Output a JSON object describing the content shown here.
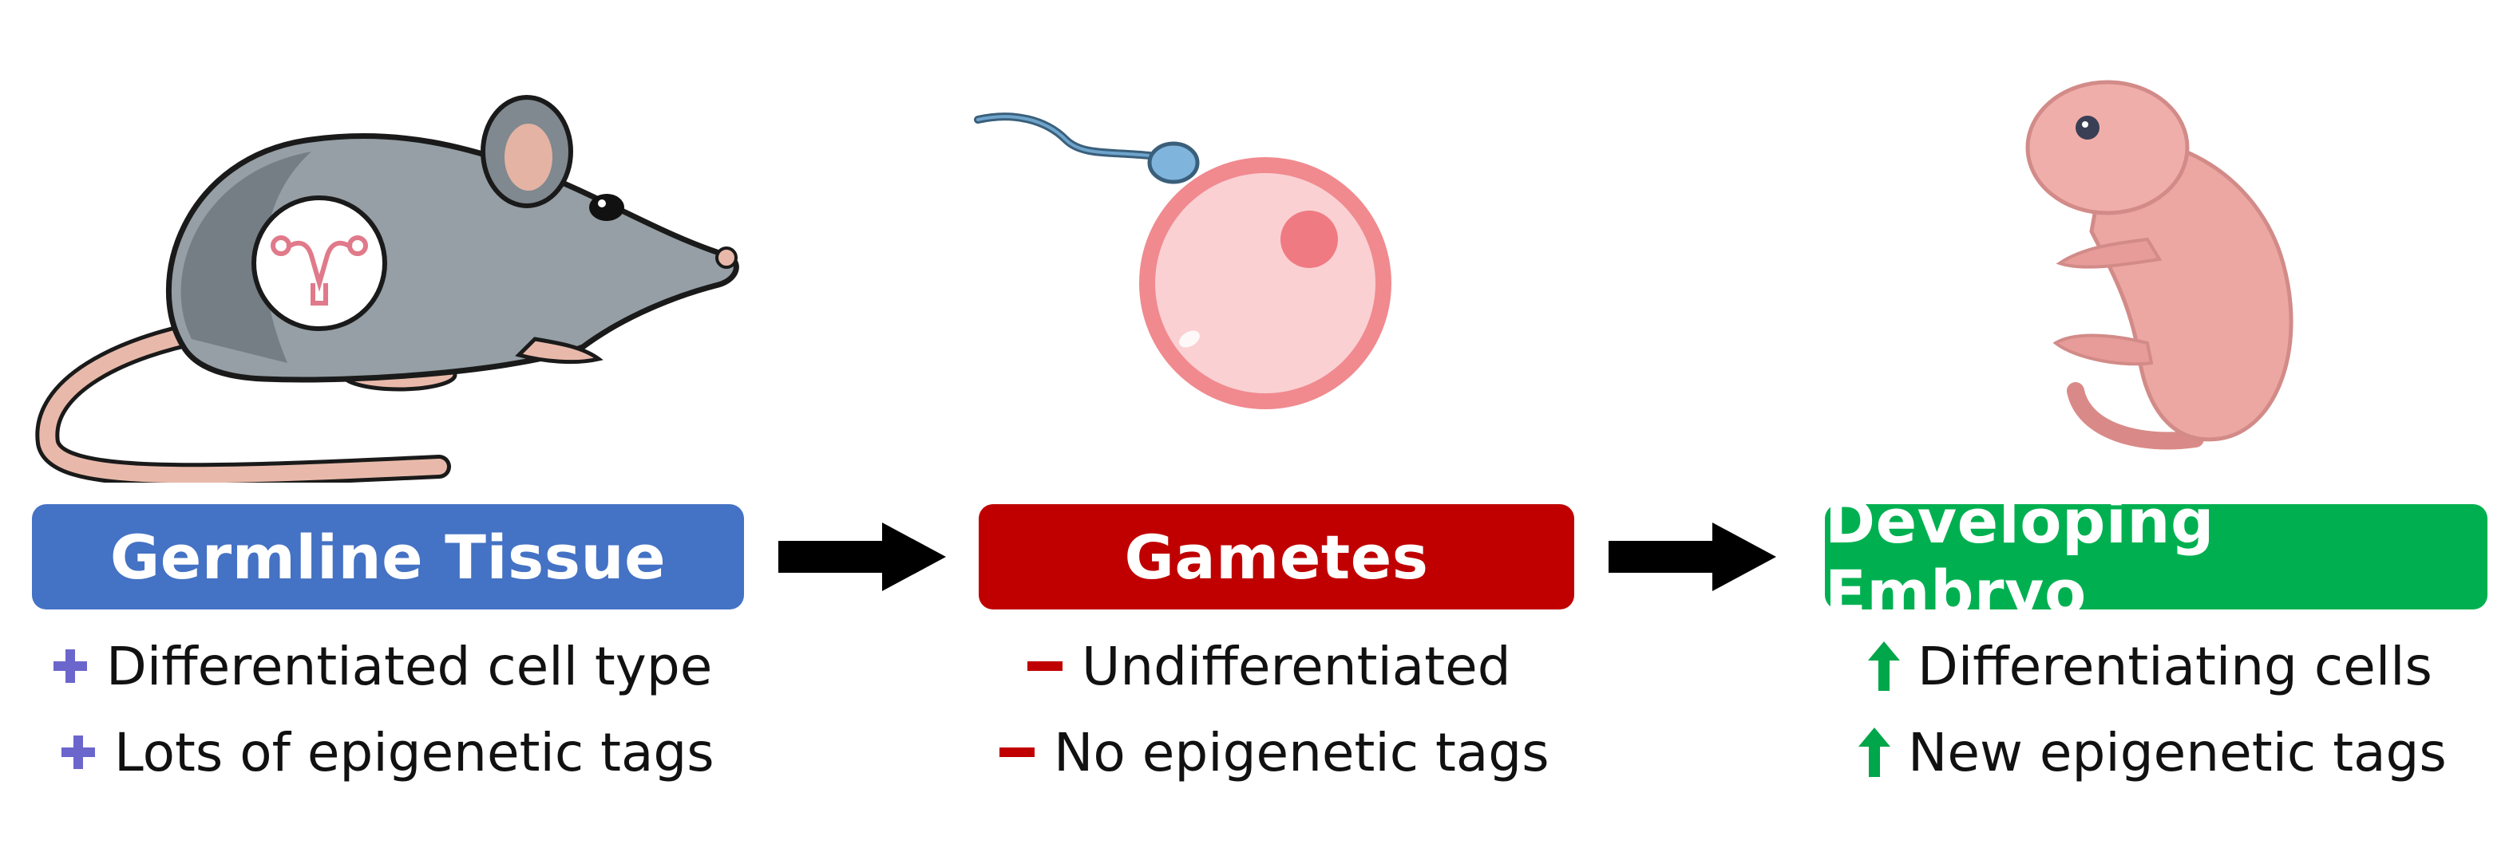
{
  "stages": [
    {
      "title": "Germline Tissue",
      "color": "#4472c4",
      "marker": "plus",
      "marker_color": "#6b66cc",
      "items": [
        "Differentiated cell type",
        "Lots of epigenetic tags"
      ]
    },
    {
      "title": "Gametes",
      "color": "#c00000",
      "marker": "minus",
      "marker_color": "#c00000",
      "items": [
        "Undifferentiated",
        "No epigenetic tags"
      ]
    },
    {
      "title": "Developing Embryo",
      "color": "#00b050",
      "marker": "up-arrow",
      "marker_color": "#00a64a",
      "items": [
        "Differentiating cells",
        "New epigenetic tags"
      ]
    }
  ],
  "illustrations": [
    "mouse-with-uterus",
    "sperm-and-egg",
    "pink-embryo"
  ]
}
